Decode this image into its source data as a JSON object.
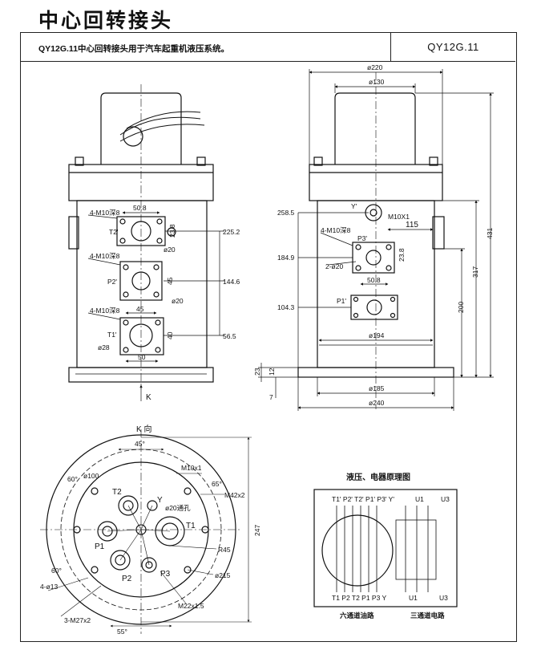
{
  "page": {
    "title": "中心回转接头",
    "description": "QY12G.11中心回转接头用于汽车起重机液压系统。",
    "model_code": "QY12G.11"
  },
  "front_view": {
    "port_t2": "T2'",
    "port_p2": "P2'",
    "port_t1": "T1'",
    "bolt_t2": "4-M10深8",
    "bolt_p2": "4-M10深8",
    "bolt_t1": "4-M10深8",
    "dim_50_8": "50.8",
    "dim_23_8": "23.8",
    "dim_d20_a": "ø20",
    "dim_225_2": "225.2",
    "dim_45_v": "45",
    "dim_d20_b": "ø20",
    "dim_144_6": "144.6",
    "dim_45_h": "45",
    "dim_40": "40",
    "dim_d28": "ø28",
    "dim_56_5": "56.5",
    "dim_50": "50",
    "view_arrow": "K"
  },
  "side_view": {
    "dim_d220": "ø220",
    "dim_d130": "ø130",
    "port_y": "Y'",
    "port_p3": "P3'",
    "port_p1": "P1'",
    "bolt": "4-M10深8",
    "thread": "M10X1",
    "dim_115": "115",
    "dim_2d20": "2-ø20",
    "dim_23_8": "23.8",
    "dim_50_8": "50.8",
    "dim_258_5": "258.5",
    "dim_184_9": "184.9",
    "dim_104_3": "104.3",
    "dim_431": "431",
    "dim_317": "317",
    "dim_200": "200",
    "dim_d194": "ø194",
    "dim_23": "23",
    "dim_12": "12",
    "dim_7": "7",
    "dim_d185": "ø185",
    "dim_d240": "ø240"
  },
  "top_view": {
    "view_label": "K 向",
    "angle_45": "45°",
    "angle_60_a": "60°",
    "angle_65": "65°",
    "angle_60_b": "60°",
    "angle_55": "55°",
    "dim_d100": "ø100",
    "dim_m10x1": "M10x1",
    "dim_m42x2": "M42x2",
    "dim_d20": "ø20通孔",
    "dim_r45": "R45",
    "dim_d215": "ø215",
    "dim_247": "247",
    "dim_4d13": "4-ø13",
    "dim_3m27": "3-M27x2",
    "dim_m22": "M22x1.5",
    "port_t2": "T2",
    "port_y": "Y",
    "port_t1": "T1",
    "port_p1": "P1",
    "port_p2": "P2",
    "port_p3": "P3"
  },
  "schematic": {
    "title": "液压、电器原理图",
    "top_ports": "T1' P2' T2' P1' P3' Y'",
    "top_u1": "U1",
    "top_u3": "U3",
    "bottom_ports": "T1  P2  T2  P1  P3  Y",
    "bottom_u1": "U1",
    "bottom_u3": "U3",
    "caption_left": "六通道油路",
    "caption_right": "三通道电路"
  }
}
